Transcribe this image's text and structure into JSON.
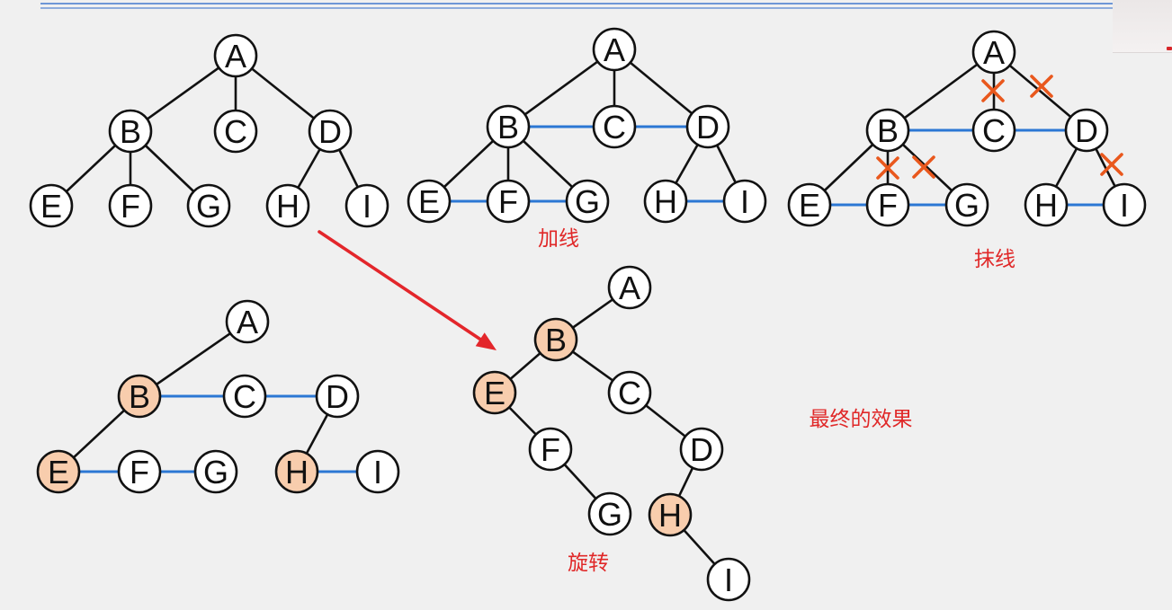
{
  "colors": {
    "background": "#f0f0f0",
    "header_rule": "#6d96d6",
    "node_fill": "#ffffff",
    "node_stroke": "#111111",
    "highlight_fill": "#f8cdad",
    "tree_edge": "#111111",
    "sibling_link": "#2b77d4",
    "cut_mark": "#e9581d",
    "caption": "#e02828",
    "arrow": "#e3262b"
  },
  "diagrams": [
    {
      "nodes": [
        "A",
        "B",
        "C",
        "D",
        "E",
        "F",
        "G",
        "H",
        "I"
      ],
      "edges": [
        [
          "A",
          "B"
        ],
        [
          "A",
          "C"
        ],
        [
          "A",
          "D"
        ],
        [
          "B",
          "E"
        ],
        [
          "B",
          "F"
        ],
        [
          "B",
          "G"
        ],
        [
          "D",
          "H"
        ],
        [
          "D",
          "I"
        ]
      ],
      "links": [],
      "cuts": [],
      "highlighted": []
    },
    {
      "caption": "加线",
      "nodes": [
        "A",
        "B",
        "C",
        "D",
        "E",
        "F",
        "G",
        "H",
        "I"
      ],
      "edges": [
        [
          "A",
          "B"
        ],
        [
          "A",
          "C"
        ],
        [
          "A",
          "D"
        ],
        [
          "B",
          "E"
        ],
        [
          "B",
          "F"
        ],
        [
          "B",
          "G"
        ],
        [
          "D",
          "H"
        ],
        [
          "D",
          "I"
        ]
      ],
      "links": [
        [
          "B",
          "C"
        ],
        [
          "C",
          "D"
        ],
        [
          "E",
          "F"
        ],
        [
          "F",
          "G"
        ],
        [
          "H",
          "I"
        ]
      ],
      "cuts": [],
      "highlighted": []
    },
    {
      "caption": "抹线",
      "nodes": [
        "A",
        "B",
        "C",
        "D",
        "E",
        "F",
        "G",
        "H",
        "I"
      ],
      "edges": [
        [
          "A",
          "B"
        ],
        [
          "A",
          "C"
        ],
        [
          "A",
          "D"
        ],
        [
          "B",
          "E"
        ],
        [
          "B",
          "F"
        ],
        [
          "B",
          "G"
        ],
        [
          "D",
          "H"
        ],
        [
          "D",
          "I"
        ]
      ],
      "links": [
        [
          "B",
          "C"
        ],
        [
          "C",
          "D"
        ],
        [
          "E",
          "F"
        ],
        [
          "F",
          "G"
        ],
        [
          "H",
          "I"
        ]
      ],
      "cuts": [
        [
          "A",
          "C"
        ],
        [
          "A",
          "D"
        ],
        [
          "B",
          "F"
        ],
        [
          "B",
          "G"
        ],
        [
          "D",
          "I"
        ]
      ],
      "highlighted": []
    },
    {
      "nodes": [
        "A",
        "B",
        "C",
        "D",
        "E",
        "F",
        "G",
        "H",
        "I"
      ],
      "edges": [
        [
          "A",
          "B"
        ],
        [
          "B",
          "E"
        ],
        [
          "D",
          "H"
        ]
      ],
      "links": [
        [
          "B",
          "C"
        ],
        [
          "C",
          "D"
        ],
        [
          "E",
          "F"
        ],
        [
          "F",
          "G"
        ],
        [
          "H",
          "I"
        ]
      ],
      "cuts": [],
      "highlighted": [
        "B",
        "E",
        "H"
      ]
    },
    {
      "caption": "旋转",
      "nodes": [
        "A",
        "B",
        "E",
        "C",
        "F",
        "D",
        "G",
        "H",
        "I"
      ],
      "edges": [
        [
          "A",
          "B"
        ],
        [
          "B",
          "E"
        ],
        [
          "B",
          "C"
        ],
        [
          "E",
          "F"
        ],
        [
          "F",
          "G"
        ],
        [
          "C",
          "D"
        ],
        [
          "D",
          "H"
        ],
        [
          "H",
          "I"
        ]
      ],
      "links": [],
      "cuts": [],
      "highlighted": [
        "B",
        "E",
        "H"
      ]
    }
  ],
  "result_label": "最终的效果"
}
